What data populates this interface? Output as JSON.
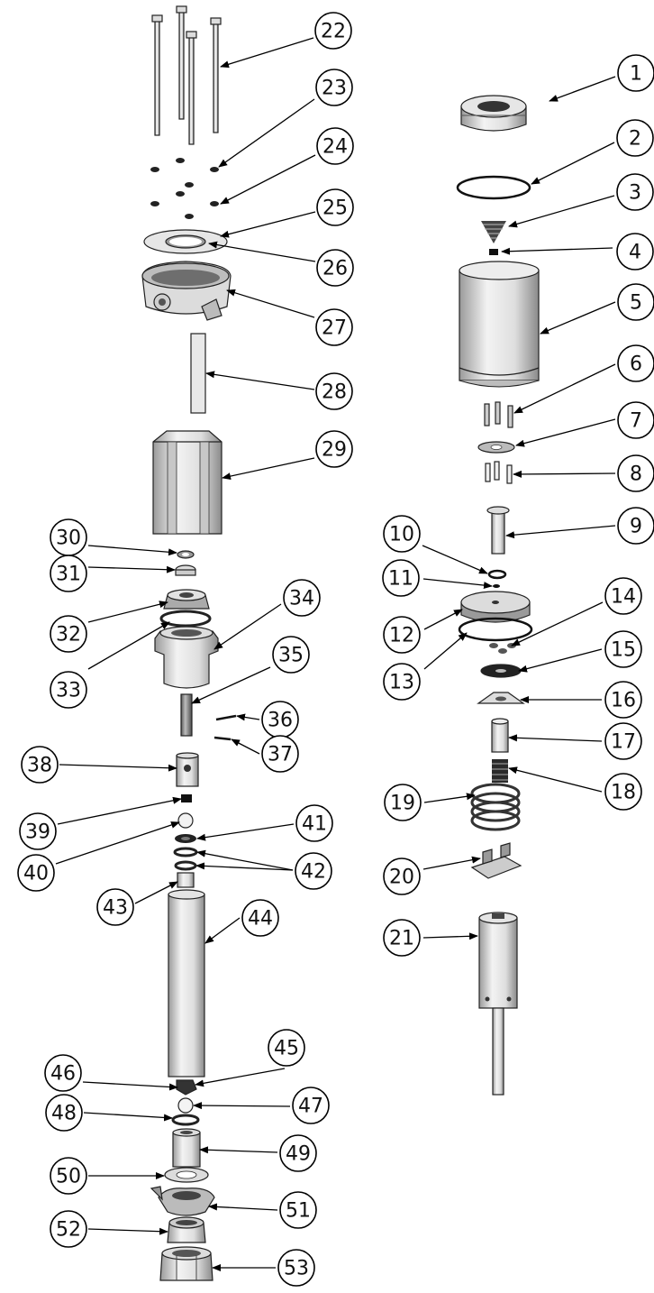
{
  "diagram": {
    "type": "exploded-parts-diagram",
    "callouts": [
      "1",
      "2",
      "3",
      "4",
      "5",
      "6",
      "7",
      "8",
      "9",
      "10",
      "11",
      "12",
      "13",
      "14",
      "15",
      "16",
      "17",
      "18",
      "19",
      "20",
      "21",
      "22",
      "23",
      "24",
      "25",
      "26",
      "27",
      "28",
      "29",
      "30",
      "31",
      "32",
      "33",
      "34",
      "35",
      "36",
      "37",
      "38",
      "39",
      "40",
      "41",
      "42",
      "43",
      "44",
      "45",
      "46",
      "47",
      "48",
      "49",
      "50",
      "51",
      "52",
      "53"
    ]
  }
}
